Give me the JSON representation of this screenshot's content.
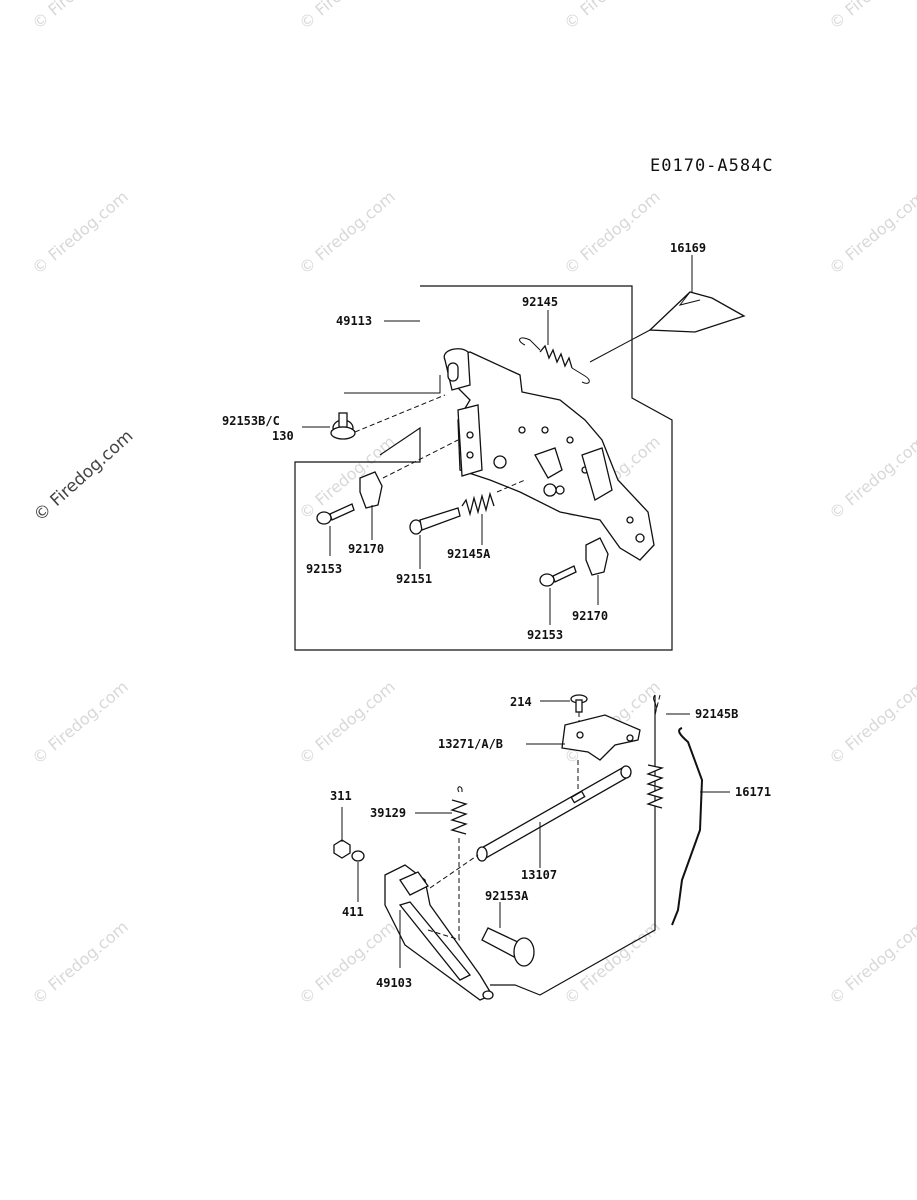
{
  "diagram_code": "E0170-A584C",
  "watermark_text": "© Firedog.com",
  "labels": {
    "p16169": "16169",
    "p92145": "92145",
    "p49113": "49113",
    "p92153bc": "92153B/C",
    "p130": "130",
    "p92170a": "92170",
    "p92153a_top": "92153",
    "p92151": "92151",
    "p92145a": "92145A",
    "p92170b": "92170",
    "p92153b_top": "92153",
    "p214": "214",
    "p92145b": "92145B",
    "p13271": "13271/A/B",
    "p16171": "16171",
    "p311": "311",
    "p39129": "39129",
    "p13107": "13107",
    "p92153a": "92153A",
    "p411": "411",
    "p49103": "49103"
  }
}
